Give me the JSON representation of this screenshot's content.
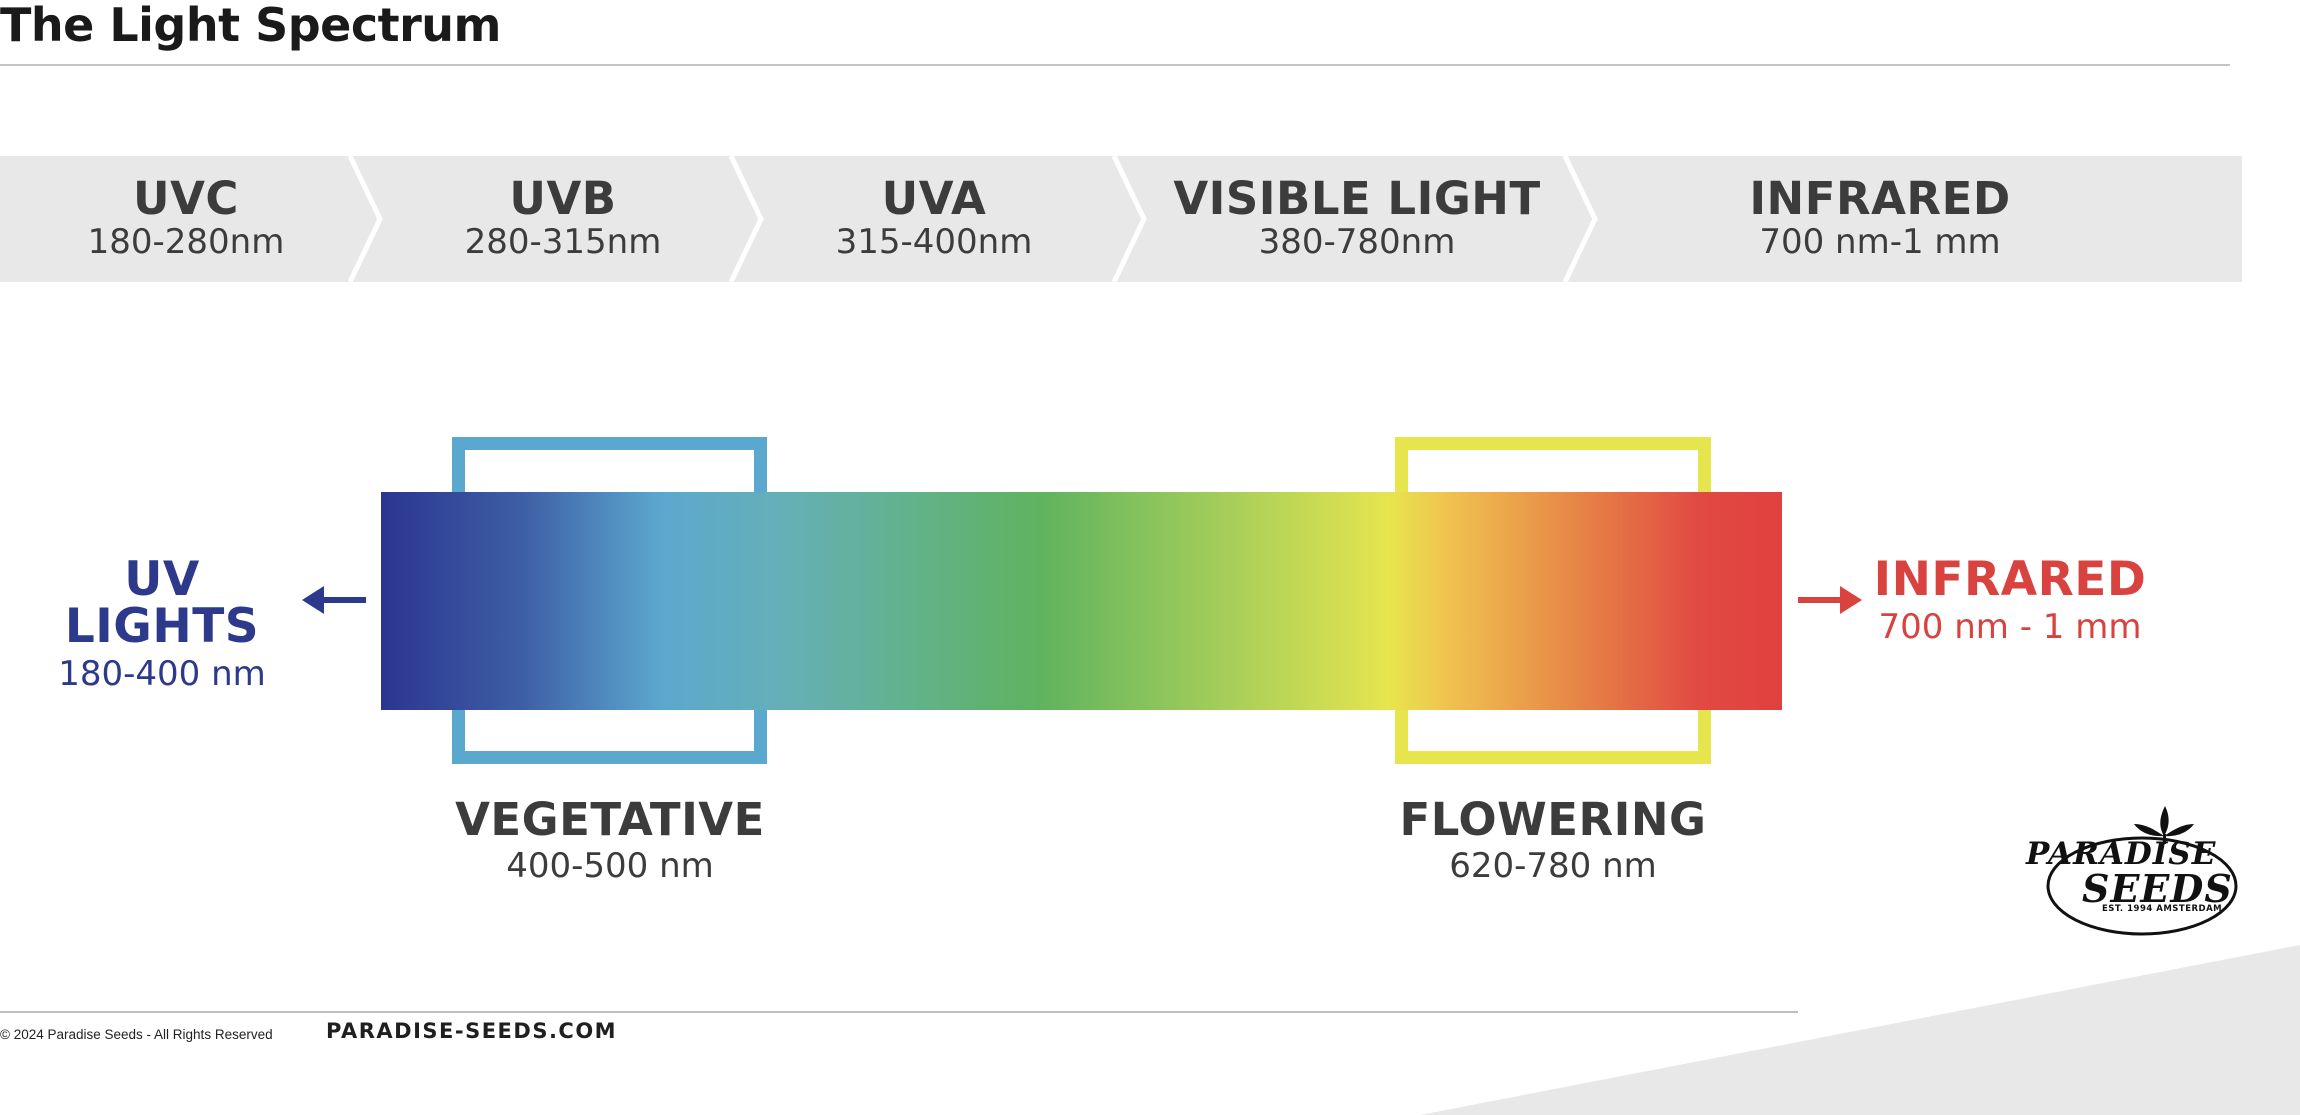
{
  "title": "The Light Spectrum",
  "bands": [
    {
      "name": "UVC",
      "range": "180-280nm"
    },
    {
      "name": "UVB",
      "range": "280-315nm"
    },
    {
      "name": "UVA",
      "range": "315-400nm"
    },
    {
      "name": "VISIBLE LIGHT",
      "range": "380-780nm"
    },
    {
      "name": "INFRARED",
      "range": "700 nm-1 mm"
    }
  ],
  "uv_side": {
    "name": "UV LIGHTS",
    "range": "180-400 nm",
    "color": "#2d3a8c"
  },
  "ir_side": {
    "name": "INFRARED",
    "range": "700 nm - 1 mm",
    "color": "#d9433f"
  },
  "vegetative": {
    "name": "VEGETATIVE",
    "range": "400-500 nm",
    "color": "#5ba8cf"
  },
  "flowering": {
    "name": "FLOWERING",
    "range": "620-780 nm",
    "color": "#e7e54e"
  },
  "footer": {
    "copyright": "© 2024 Paradise Seeds - All Rights Reserved",
    "site": "PARADISE-SEEDS.COM"
  },
  "logo": {
    "line1": "PARADISE",
    "line2": "SEEDS",
    "tagline": "EST. 1994 AMSTERDAM"
  },
  "icons": [
    "arrow-left-icon",
    "arrow-right-icon",
    "leaf-icon"
  ]
}
